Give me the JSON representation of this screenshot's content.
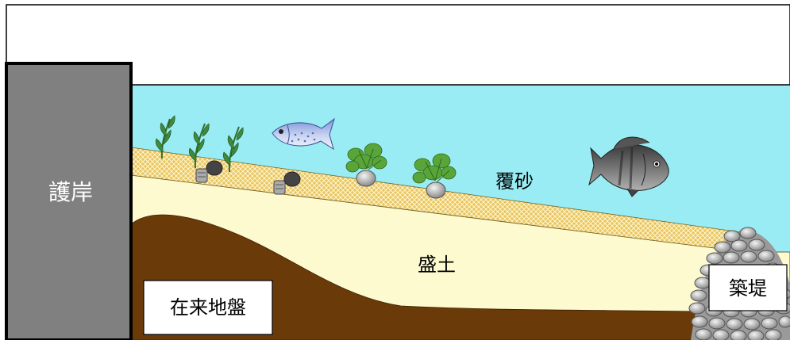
{
  "labels": {
    "seawall": "護岸",
    "cover_sand": "覆砂",
    "fill_soil": "盛土",
    "original_ground": "在来地盤",
    "embankment": "築堤"
  },
  "colors": {
    "water": "#99ecf4",
    "sand_layer": "#e8c560",
    "fill_soil": "#fdfad0",
    "ground": "#6b3a09",
    "seawall": "#808080"
  },
  "icons": {
    "seagrass": "seagrass-icon",
    "shellfish": "shellfish-icon",
    "seaweed": "seaweed-on-rock-icon",
    "fish": "fish-icon",
    "rocks": "rock-pile-icon"
  }
}
